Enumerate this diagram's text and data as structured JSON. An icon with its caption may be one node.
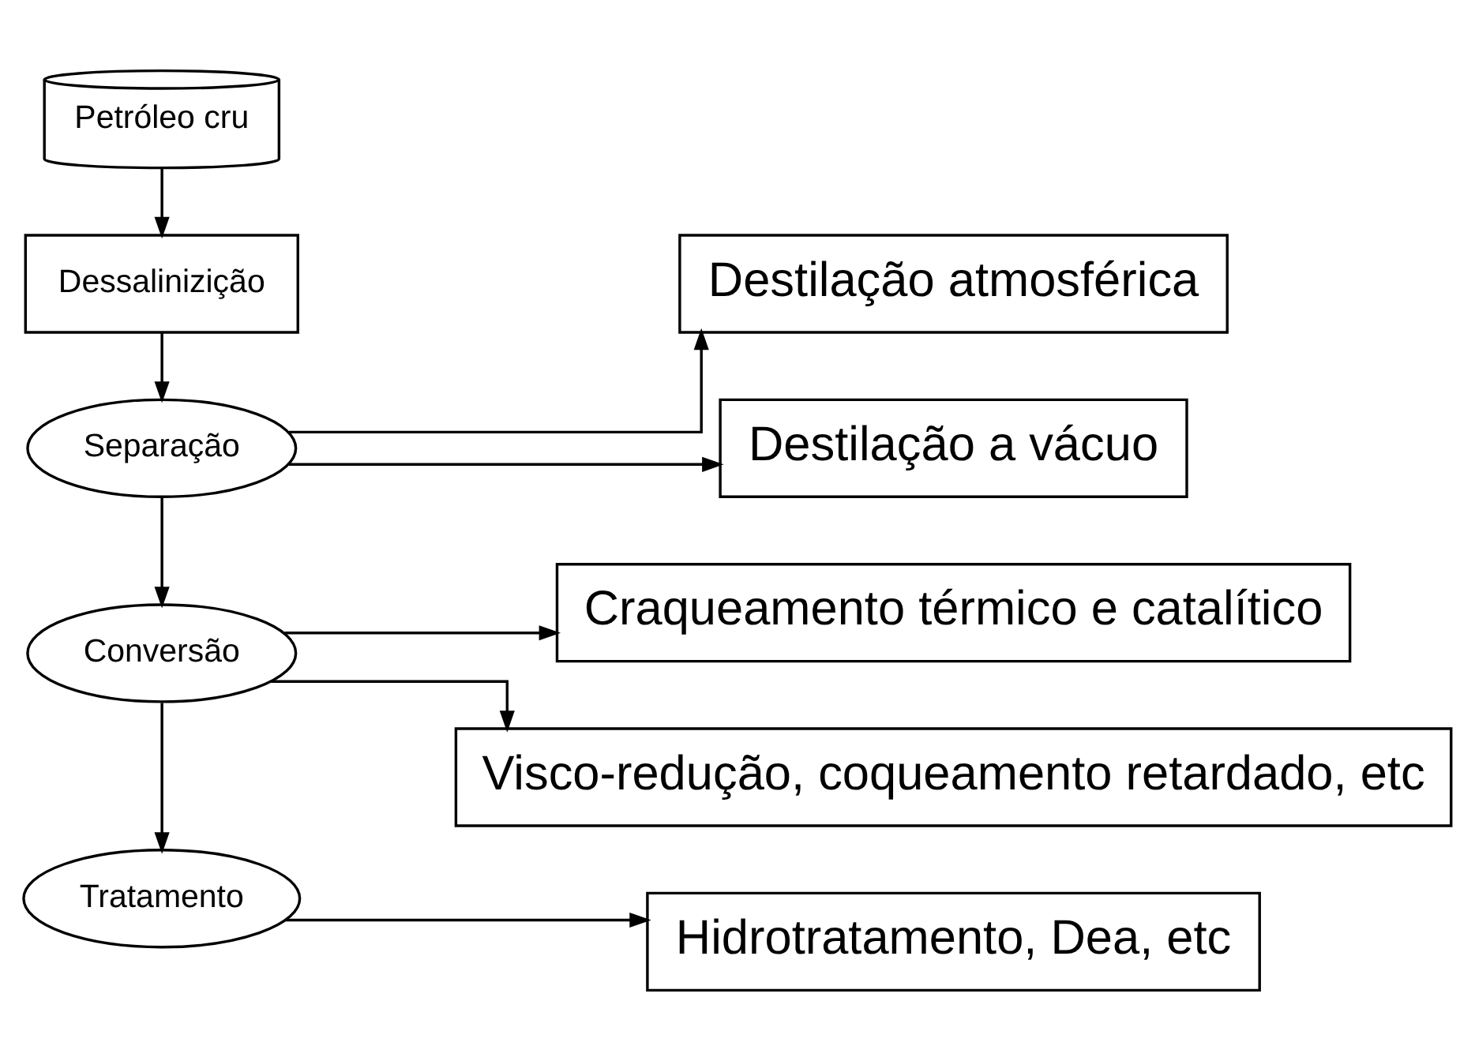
{
  "diagram": {
    "nodes": [
      {
        "text": [
          "Petróleo cru"
        ]
      },
      {
        "text": [
          "Dessalinizição"
        ]
      },
      {
        "text": [
          "Separação"
        ]
      },
      {
        "text": [
          "Destilação atmosférica"
        ]
      },
      {
        "text": [
          "Destilação a vácuo"
        ]
      },
      {
        "text": [
          "Conversão"
        ]
      },
      {
        "text": [
          "Craqueamento térmico e catalítico"
        ]
      },
      {
        "text": [
          "Visco-redução, coqueamento retardado, etc"
        ]
      },
      {
        "text": [
          "Tratamento"
        ]
      },
      {
        "text": [
          "Hidrotratamento, Dea, etc"
        ]
      }
    ],
    "edges": [
      {
        "from": 0,
        "to": 1,
        "arrow": "to"
      },
      {
        "from": 1,
        "to": 2,
        "arrow": "to"
      },
      {
        "from": 2,
        "to": 3,
        "arrow": "to"
      },
      {
        "from": 2,
        "to": 4,
        "arrow": "to"
      },
      {
        "from": 2,
        "to": 5,
        "arrow": "to"
      },
      {
        "from": 5,
        "to": 6,
        "arrow": "to"
      },
      {
        "from": 5,
        "to": 7,
        "arrow": "to"
      },
      {
        "from": 5,
        "to": 8,
        "arrow": "to"
      },
      {
        "from": 8,
        "to": 9,
        "arrow": "to"
      }
    ]
  }
}
